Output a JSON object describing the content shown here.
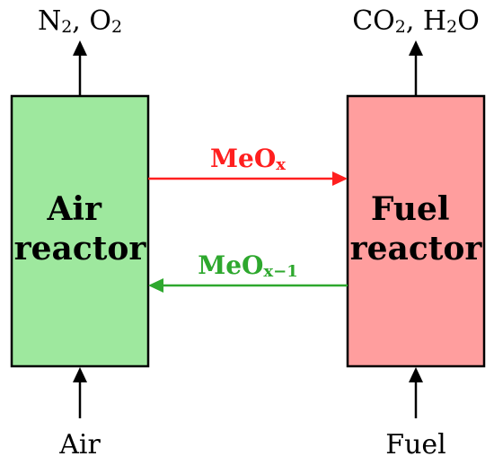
{
  "air_reactor": {
    "label_line1": "Air",
    "label_line2": "reactor",
    "fill_color": "#9ee89e",
    "input_label": "Air",
    "output_label": {
      "main1": "N",
      "sub1": "2",
      "main2": ", O",
      "sub2": "2"
    }
  },
  "fuel_reactor": {
    "label_line1": "Fuel",
    "label_line2": "reactor",
    "fill_color": "#ff9e9e",
    "input_label": "Fuel",
    "output_label": {
      "main1": "CO",
      "sub1": "2",
      "main2": ", H",
      "sub2": "2",
      "main3": "O"
    }
  },
  "flows": {
    "oxidized": {
      "base": "MeO",
      "sub": "x",
      "color": "#ff1f1f"
    },
    "reduced": {
      "base": "MeO",
      "sub": "x−1",
      "color": "#2ea82e"
    }
  }
}
